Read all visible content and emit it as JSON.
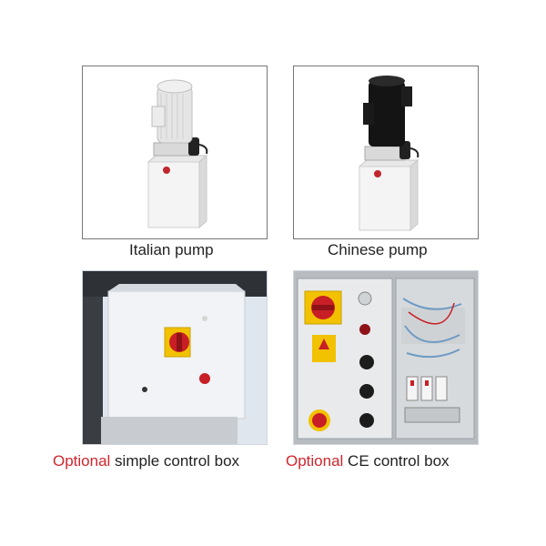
{
  "panels": {
    "italian_pump": {
      "caption": "Italian pump"
    },
    "chinese_pump": {
      "caption": "Chinese pump"
    },
    "simple_box": {
      "caption_prefix": "Optional",
      "caption_rest": " simple control box"
    },
    "ce_box": {
      "caption_prefix": "Optional",
      "caption_rest": " CE control box"
    }
  },
  "colors": {
    "accent_red": "#d0262d",
    "frame": "#777777",
    "switch_yellow": "#f2c200"
  },
  "icons": [
    "pump-motor-icon",
    "hydraulic-tank-icon",
    "rotary-switch-icon",
    "push-button-icon",
    "warning-label-icon"
  ]
}
